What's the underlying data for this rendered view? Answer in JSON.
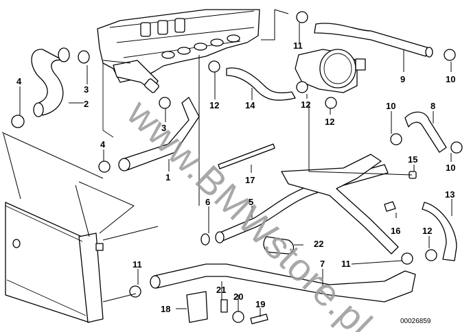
{
  "diagram": {
    "title": "Cooling system water hoses parts diagram",
    "watermark": "www.BMWstore.pl",
    "document_number": "00026859",
    "callouts": [
      {
        "id": "c4a",
        "label": "4",
        "part": "hose clamp"
      },
      {
        "id": "c3a",
        "label": "3",
        "part": "hose clamp"
      },
      {
        "id": "c2",
        "label": "2",
        "part": "water hose"
      },
      {
        "id": "c3b",
        "label": "3",
        "part": "hose clamp"
      },
      {
        "id": "c4b",
        "label": "4",
        "part": "hose clamp"
      },
      {
        "id": "c1",
        "label": "1",
        "part": "water hose"
      },
      {
        "id": "c12a",
        "label": "12",
        "part": "hose clamp"
      },
      {
        "id": "c14",
        "label": "14",
        "part": "hose"
      },
      {
        "id": "c11a",
        "label": "11",
        "part": "hose clamp"
      },
      {
        "id": "c9",
        "label": "9",
        "part": "hose"
      },
      {
        "id": "c10a",
        "label": "10",
        "part": "hose clamp"
      },
      {
        "id": "c12b",
        "label": "12",
        "part": "hose clamp"
      },
      {
        "id": "c12c",
        "label": "12",
        "part": "hose clamp"
      },
      {
        "id": "c10b",
        "label": "10",
        "part": "hose clamp"
      },
      {
        "id": "c8",
        "label": "8",
        "part": "hose"
      },
      {
        "id": "c10c",
        "label": "10",
        "part": "hose clamp"
      },
      {
        "id": "c15",
        "label": "15",
        "part": "nut"
      },
      {
        "id": "c17",
        "label": "17",
        "part": "cable tie"
      },
      {
        "id": "c6",
        "label": "6",
        "part": "sealing ring"
      },
      {
        "id": "c5",
        "label": "5",
        "part": "water pipe"
      },
      {
        "id": "c13",
        "label": "13",
        "part": "hose"
      },
      {
        "id": "c16",
        "label": "16",
        "part": "bolt"
      },
      {
        "id": "c12d",
        "label": "12",
        "part": "hose clamp"
      },
      {
        "id": "c22",
        "label": "22",
        "part": "double clip"
      },
      {
        "id": "c11b",
        "label": "11",
        "part": "hose clamp"
      },
      {
        "id": "c7",
        "label": "7",
        "part": "water hose"
      },
      {
        "id": "c11c",
        "label": "11",
        "part": "hose clamp"
      },
      {
        "id": "c21",
        "label": "21",
        "part": "clip nut"
      },
      {
        "id": "c20",
        "label": "20",
        "part": "pipe clamp"
      },
      {
        "id": "c19",
        "label": "19",
        "part": "screw"
      },
      {
        "id": "c18",
        "label": "18",
        "part": "bracket"
      }
    ]
  }
}
